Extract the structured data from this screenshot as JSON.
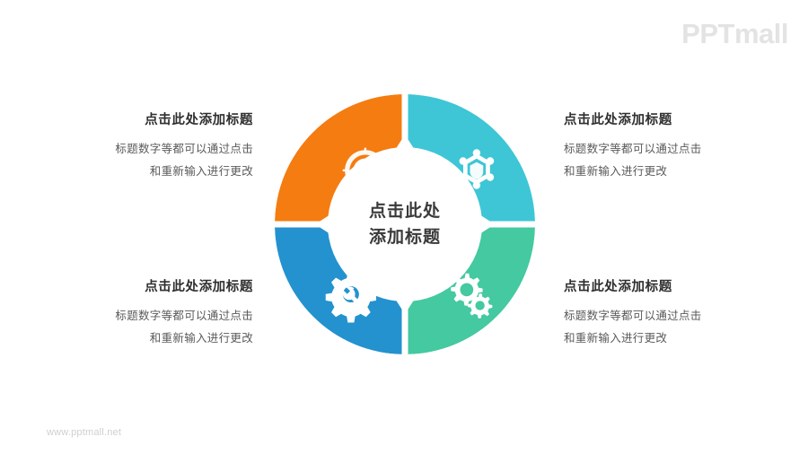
{
  "brand": {
    "logo": "PPTmall",
    "footer_url": "www.pptmall.net",
    "logo_color": "#e3e3e3",
    "footer_color": "#cfcfcf"
  },
  "center": {
    "line1": "点击此处",
    "line2": "添加标题",
    "text_color": "#3a3a3a"
  },
  "diagram": {
    "type": "donut-cycle",
    "segment_count": 4,
    "segments": [
      {
        "id": "top-left",
        "color": "#F57C11",
        "icon": "target-check-icon",
        "position": "upper-left"
      },
      {
        "id": "top-right",
        "color": "#3EC6D6",
        "icon": "network-shield-icon",
        "position": "upper-right"
      },
      {
        "id": "bottom-right",
        "color": "#44C9A0",
        "icon": "double-gear-icon",
        "position": "lower-right"
      },
      {
        "id": "bottom-left",
        "color": "#2392CF",
        "icon": "gear-wrench-icon",
        "position": "lower-left"
      }
    ]
  },
  "blocks": [
    {
      "key": "top-left",
      "title": "点击此处添加标题",
      "desc_line1": "标题数字等都可以通过点击",
      "desc_line2": "和重新输入进行更改"
    },
    {
      "key": "bottom-left",
      "title": "点击此处添加标题",
      "desc_line1": "标题数字等都可以通过点击",
      "desc_line2": "和重新输入进行更改"
    },
    {
      "key": "top-right",
      "title": "点击此处添加标题",
      "desc_line1": "标题数字等都可以通过点击",
      "desc_line2": "和重新输入进行更改"
    },
    {
      "key": "bottom-right",
      "title": "点击此处添加标题",
      "desc_line1": "标题数字等都可以通过点击",
      "desc_line2": "和重新输入进行更改"
    }
  ]
}
